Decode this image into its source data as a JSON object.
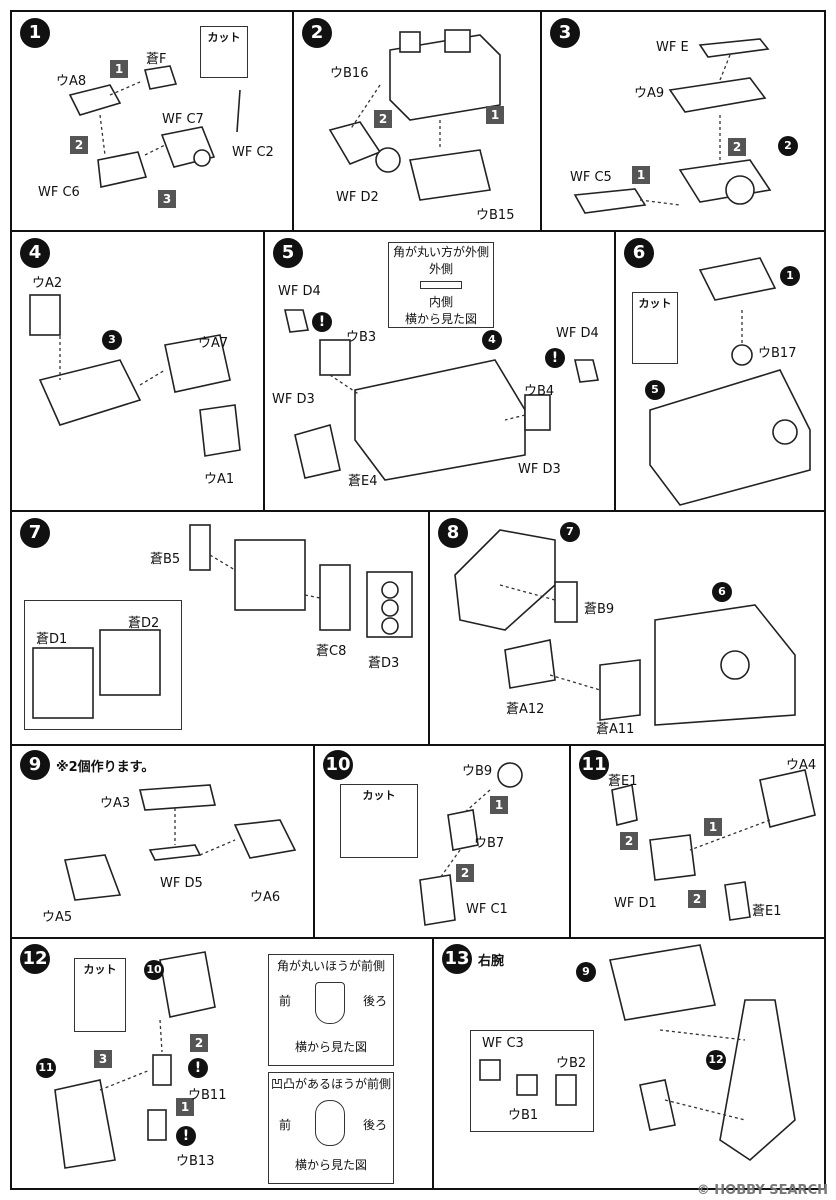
{
  "steps": [
    {
      "num": "1",
      "labels": [
        "ウA8",
        "蒼F",
        "WF C7",
        "WF C2",
        "WF C6"
      ],
      "subs": [
        "1",
        "2",
        "3"
      ],
      "cut": "カット"
    },
    {
      "num": "2",
      "labels": [
        "ウB16",
        "WF D2",
        "ウB15"
      ],
      "subs": [
        "1",
        "2"
      ]
    },
    {
      "num": "3",
      "labels": [
        "WF E",
        "ウA9",
        "WF C5"
      ],
      "subs": [
        "1",
        "2"
      ],
      "ref": "2"
    },
    {
      "num": "4",
      "labels": [
        "ウA2",
        "ウA7",
        "ウA1"
      ],
      "ref": "3"
    },
    {
      "num": "5",
      "labels": [
        "WF D4",
        "ウB3",
        "WF D3",
        "蒼E4",
        "WF D4",
        "ウB4",
        "WF D3"
      ],
      "ref": "4",
      "note": {
        "line1": "角が丸い方が外側",
        "line2": "外側",
        "line3": "内側",
        "line4": "横から見た図"
      }
    },
    {
      "num": "6",
      "labels": [
        "ウB17"
      ],
      "refs": [
        "1",
        "5"
      ],
      "cut": "カット"
    },
    {
      "num": "7",
      "labels": [
        "蒼B5",
        "蒼D2",
        "蒼D1",
        "蒼C8",
        "蒼D3"
      ]
    },
    {
      "num": "8",
      "labels": [
        "蒼B9",
        "蒼A12",
        "蒼A11"
      ],
      "refs": [
        "7",
        "6"
      ]
    },
    {
      "num": "9",
      "labels": [
        "ウA3",
        "WF D5",
        "ウA6",
        "ウA5"
      ],
      "note": "※2個作ります。"
    },
    {
      "num": "10",
      "labels": [
        "ウB9",
        "ウB7",
        "WF C1"
      ],
      "subs": [
        "1",
        "2"
      ],
      "cut": "カット"
    },
    {
      "num": "11",
      "labels": [
        "蒼E1",
        "ウA4",
        "WF D1",
        "蒼E1"
      ],
      "subs": [
        "1",
        "2",
        "2"
      ]
    },
    {
      "num": "12",
      "labels": [
        "ウB11",
        "ウB13"
      ],
      "subs": [
        "2",
        "3",
        "1"
      ],
      "refs": [
        "10",
        "11"
      ],
      "cut": "カット",
      "note_a": {
        "title": "角が丸いほうが前側",
        "front": "前",
        "back": "後ろ",
        "caption": "横から見た図"
      },
      "note_b": {
        "title": "凹凸があるほうが前側",
        "front": "前",
        "back": "後ろ",
        "caption": "横から見た図"
      }
    },
    {
      "num": "13",
      "title": "右腕",
      "labels": [
        "WF C3",
        "ウB2",
        "ウB1"
      ],
      "refs": [
        "9",
        "12"
      ]
    }
  ],
  "watermark": "© HOBBY SEARCH"
}
